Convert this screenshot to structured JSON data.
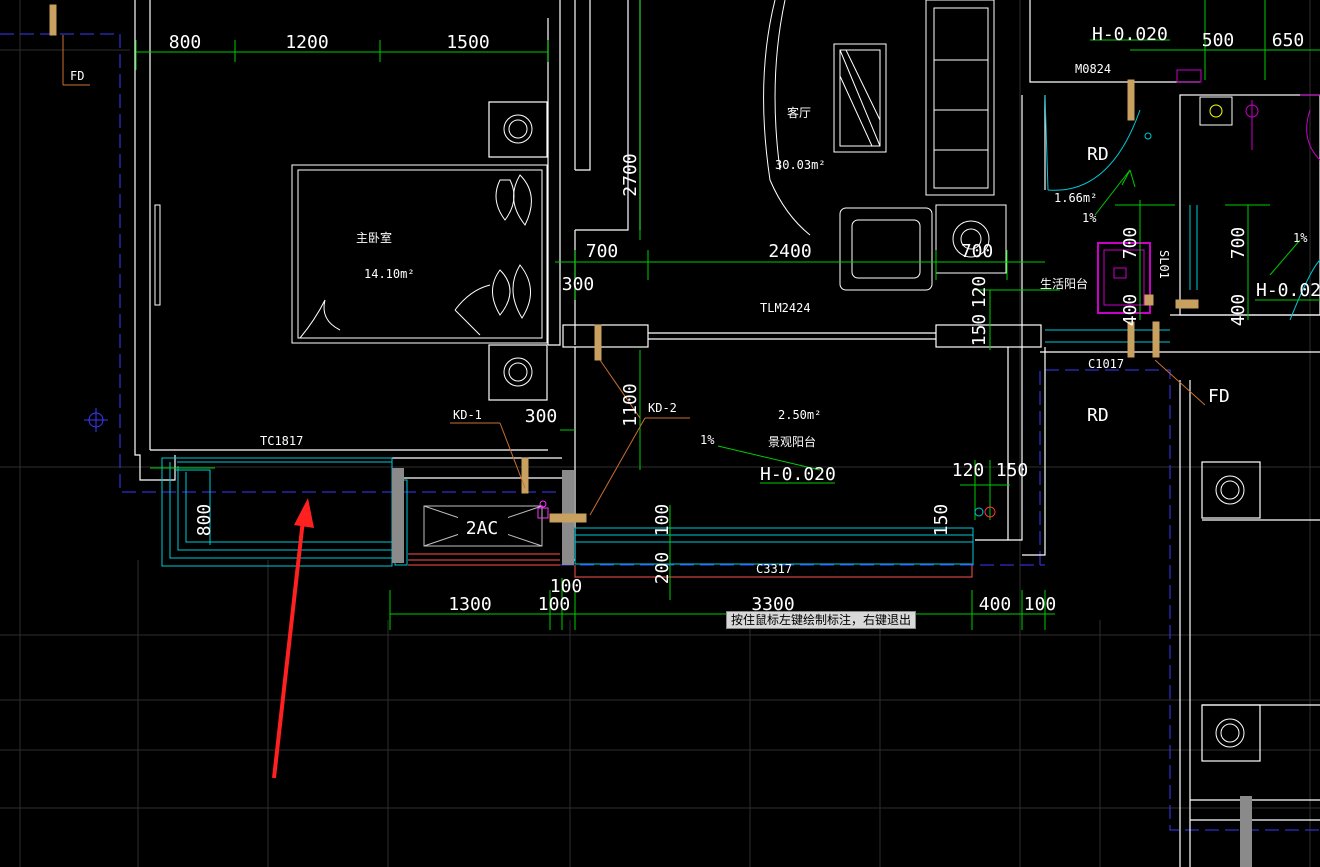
{
  "colors": {
    "background": "#000000",
    "wall": "#ffffff",
    "grid": "#303030",
    "dimension": "#00cc00",
    "window": "#00c8d8",
    "axis": "#3030ff",
    "annotation": "#ff2020",
    "fixture": "#c800c8",
    "hatch": "#c8a060"
  },
  "dims": {
    "top_800": "800",
    "top_1200": "1200",
    "top_1500": "1500",
    "v_2700": "2700",
    "mid_700a": "700",
    "mid_2400": "2400",
    "mid_700b": "700",
    "mid_300": "300",
    "v_120": "120",
    "v_150": "150",
    "v_1100": "1100",
    "s_300": "300",
    "r_120": "120",
    "r_150": "150",
    "v_150b": "150",
    "v_100": "100",
    "v_200": "200",
    "v_800": "800",
    "b_100top": "100",
    "b_1300": "1300",
    "b_100a": "100",
    "b_3300": "3300",
    "b_400": "400",
    "b_100b": "100",
    "tr_500": "500",
    "tr_650": "650",
    "v_700a": "700",
    "v_700b": "700",
    "v_400": "400",
    "v_400b": "400"
  },
  "labels": {
    "fd_top": "FD",
    "h_top": "H-0.020",
    "m0824": "M0824",
    "rd_top": "RD",
    "area_wc": "1.66m²",
    "slope_wc": "1%",
    "slope_right": "1%",
    "h_right": "H-0.02",
    "living_balcony": "生活阳台",
    "c1017": "C1017",
    "rd_mid": "RD",
    "fd_mid": "FD",
    "living_room": "客厅",
    "living_area": "30.03m²",
    "master_bedroom": "主卧室",
    "master_area": "14.10m²",
    "tlm": "TLM2424",
    "kd1": "KD-1",
    "kd2": "KD-2",
    "balcony_area": "2.50m²",
    "slope_balcony": "1%",
    "scenic_balcony": "景观阳台",
    "h_balcony": "H-0.020",
    "tc1817": "TC1817",
    "ac": "2AC",
    "c3317": "C3317",
    "sl": "SL01"
  },
  "status": {
    "prompt": "按住鼠标左键绘制标注，右键退出"
  }
}
